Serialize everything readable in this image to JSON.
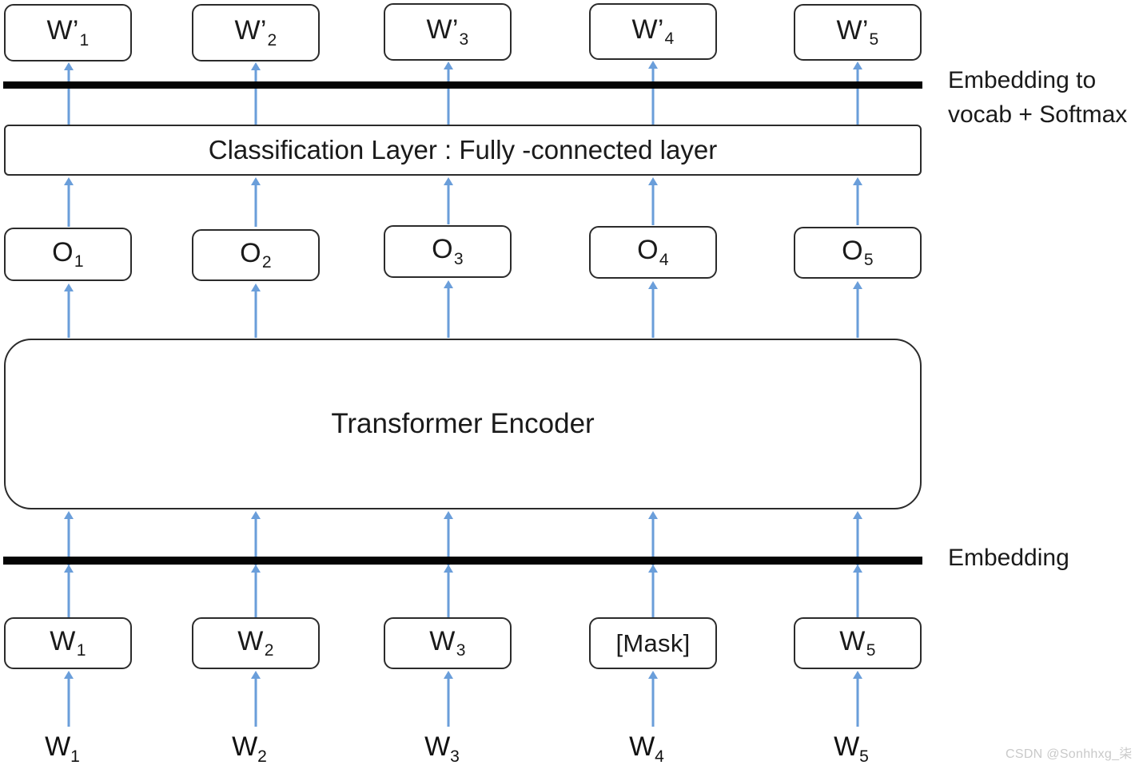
{
  "diagram": {
    "title": "BERT Masked Language Model architecture",
    "accent_arrow_color": "#6A9EDA",
    "bar_color": "#050505",
    "box_border_color": "#2b2b2b",
    "columns": 5
  },
  "output_row": {
    "name": "predicted-token-row",
    "boxes": [
      {
        "base": "W",
        "prime": "’",
        "sub": "1",
        "label": "W’1"
      },
      {
        "base": "W",
        "prime": "’",
        "sub": "2",
        "label": "W’2"
      },
      {
        "base": "W",
        "prime": "’",
        "sub": "3",
        "label": "W’3"
      },
      {
        "base": "W",
        "prime": "’",
        "sub": "4",
        "label": "W’4"
      },
      {
        "base": "W",
        "prime": "’",
        "sub": "5",
        "label": "W’5"
      }
    ]
  },
  "bars": [
    {
      "name": "embedding-to-vocab-bar"
    },
    {
      "name": "embedding-bar"
    }
  ],
  "classification_layer": {
    "label": "Classification Layer : Fully -connected layer"
  },
  "hidden_row": {
    "name": "encoder-output-row",
    "boxes": [
      {
        "base": "O",
        "sub": "1",
        "label": "O1"
      },
      {
        "base": "O",
        "sub": "2",
        "label": "O2"
      },
      {
        "base": "O",
        "sub": "3",
        "label": "O3"
      },
      {
        "base": "O",
        "sub": "4",
        "label": "O4"
      },
      {
        "base": "O",
        "sub": "5",
        "label": "O5"
      }
    ]
  },
  "encoder": {
    "label": "Transformer Encoder"
  },
  "input_row": {
    "name": "token-input-row",
    "boxes": [
      {
        "base": "W",
        "sub": "1",
        "label": "W1",
        "masked": false
      },
      {
        "base": "W",
        "sub": "2",
        "label": "W2",
        "masked": false
      },
      {
        "base": "W",
        "sub": "3",
        "label": "W3",
        "masked": false
      },
      {
        "base": "[Mask]",
        "sub": "",
        "label": "[Mask]",
        "masked": true
      },
      {
        "base": "W",
        "sub": "5",
        "label": "W5",
        "masked": false
      }
    ]
  },
  "source_words": {
    "name": "original-words-row",
    "items": [
      {
        "base": "W",
        "sub": "1",
        "label": "W1"
      },
      {
        "base": "W",
        "sub": "2",
        "label": "W2"
      },
      {
        "base": "W",
        "sub": "3",
        "label": "W3"
      },
      {
        "base": "W",
        "sub": "4",
        "label": "W4"
      },
      {
        "base": "W",
        "sub": "5",
        "label": "W5"
      }
    ]
  },
  "side_labels": {
    "top": "Embedding to\nvocab + Softmax",
    "bottom": "Embedding"
  },
  "watermark": {
    "text": "CSDN @Sonhhxg_柒"
  }
}
